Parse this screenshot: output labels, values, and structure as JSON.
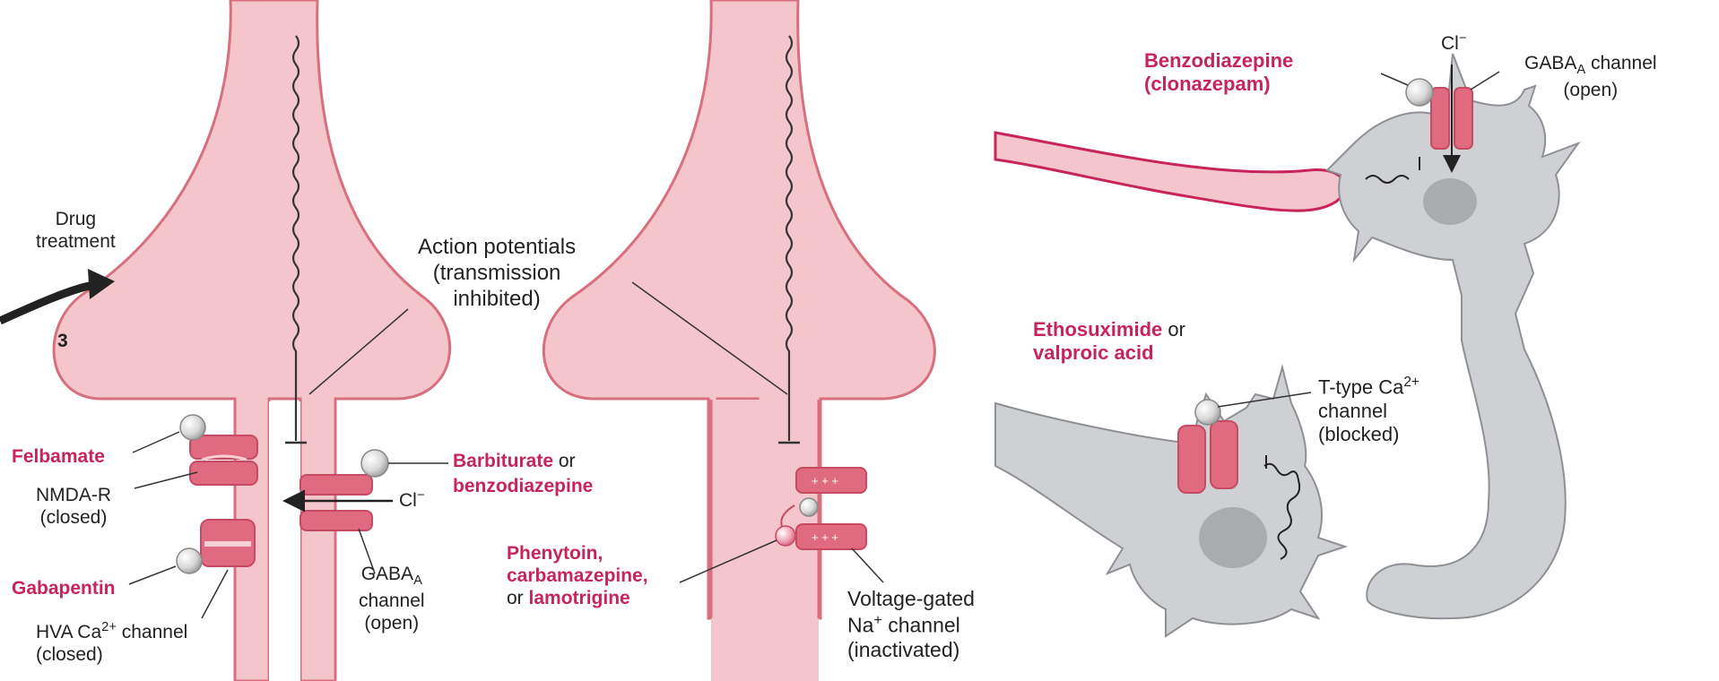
{
  "colors": {
    "axon_fill": "#f4c6cb",
    "axon_edge": "#d86f7e",
    "channel_fill": "#e06a80",
    "channel_dark": "#c84a62",
    "drug_text": "#c8245c",
    "neuron_fill": "#cfd0d3",
    "neuron_edge": "#8e9094",
    "nucleus": "#a9abaf",
    "text": "#222222"
  },
  "left_panel": {
    "drug_treatment": {
      "line1": "Drug",
      "line2": "treatment",
      "step": "3"
    },
    "action_potentials": {
      "line1": "Action potentials",
      "line2": "(transmission",
      "line3": "inhibited)"
    },
    "felbamate": "Felbamate",
    "nmda": {
      "line1": "NMDA-R",
      "line2": "(closed)"
    },
    "gabapentin": "Gabapentin",
    "hva": {
      "prefix": "HVA Ca",
      "sup": "2+",
      "suffix": " channel",
      "line2": "(closed)"
    },
    "barbiturate": {
      "drug": "Barbiturate",
      "conj": " or"
    },
    "benzodiazepine": "benzodiazepine",
    "chloride": {
      "base": "Cl",
      "sup": "−"
    },
    "gaba": {
      "prefix": "GABA",
      "sub": "A",
      "line2": "channel",
      "line3": "(open)"
    },
    "phenytoin": {
      "line1": "Phenytoin,",
      "line2": "carbamazepine,",
      "line3_conj": "or ",
      "line3_drug": "lamotrigine"
    },
    "voltage": {
      "line1": "Voltage-gated",
      "line2_prefix": "Na",
      "line2_sup": "+",
      "line2_suffix": " channel",
      "line3": "(inactivated)"
    }
  },
  "right_panel": {
    "benzo": {
      "line1": "Benzodiazepine",
      "line2": "(clonazepam)"
    },
    "chloride": {
      "base": "Cl",
      "sup": "−"
    },
    "gaba": {
      "prefix": "GABA",
      "sub": "A",
      "suffix": " channel",
      "line2": "(open)"
    },
    "ethosuximide": {
      "drug": "Ethosuximide",
      "conj": " or",
      "line2": "valproic acid"
    },
    "ttype": {
      "prefix": "T-type Ca",
      "sup": "2+",
      "line2": "channel",
      "line3": "(blocked)"
    }
  }
}
